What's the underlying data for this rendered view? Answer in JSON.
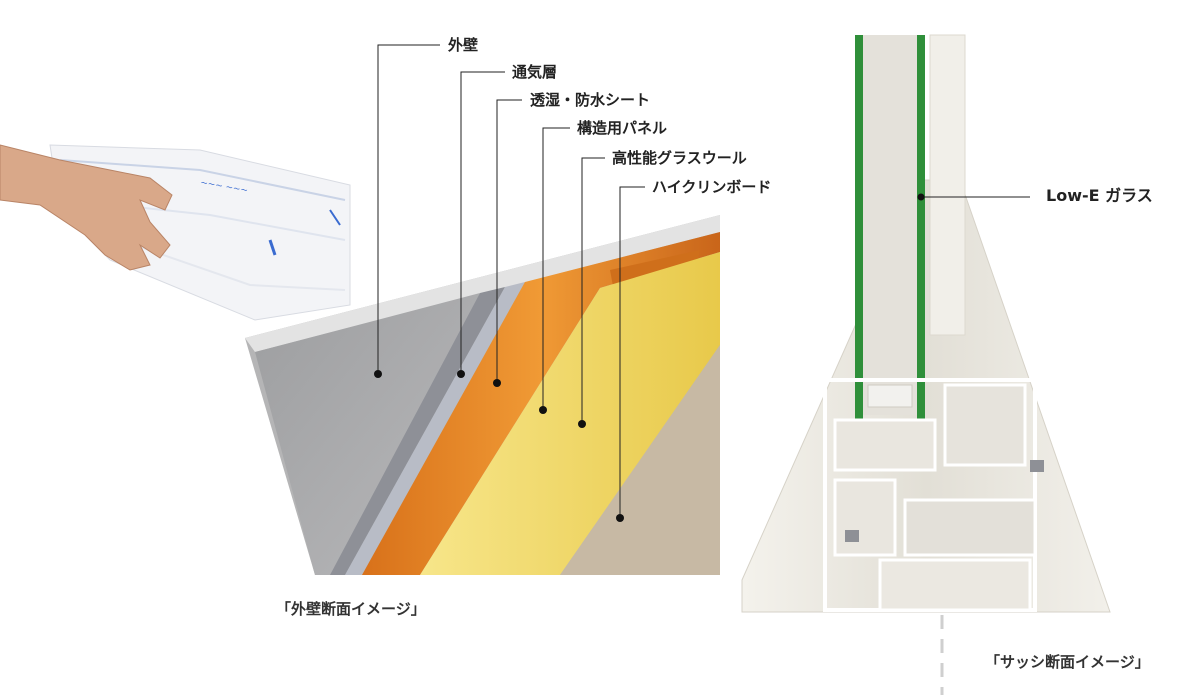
{
  "wall_diagram": {
    "layers": [
      {
        "label": "外壁"
      },
      {
        "label": "通気層"
      },
      {
        "label": "透湿・防水シート"
      },
      {
        "label": "構造用パネル"
      },
      {
        "label": "高性能グラスウール"
      },
      {
        "label": "ハイクリンボード"
      }
    ],
    "caption": "「外壁断面イメージ」"
  },
  "sash_diagram": {
    "glass_label": "Low-E ガラス",
    "caption": "「サッシ断面イメージ」",
    "glass_color": "#2f8f3a"
  },
  "colors": {
    "wall_gray": "#a8a8aa",
    "panel_orange": "#e07d1c",
    "insulation_yellow": "#f1dc6a",
    "board_tan": "#c6b7a2",
    "frame_white": "#eceae4"
  }
}
